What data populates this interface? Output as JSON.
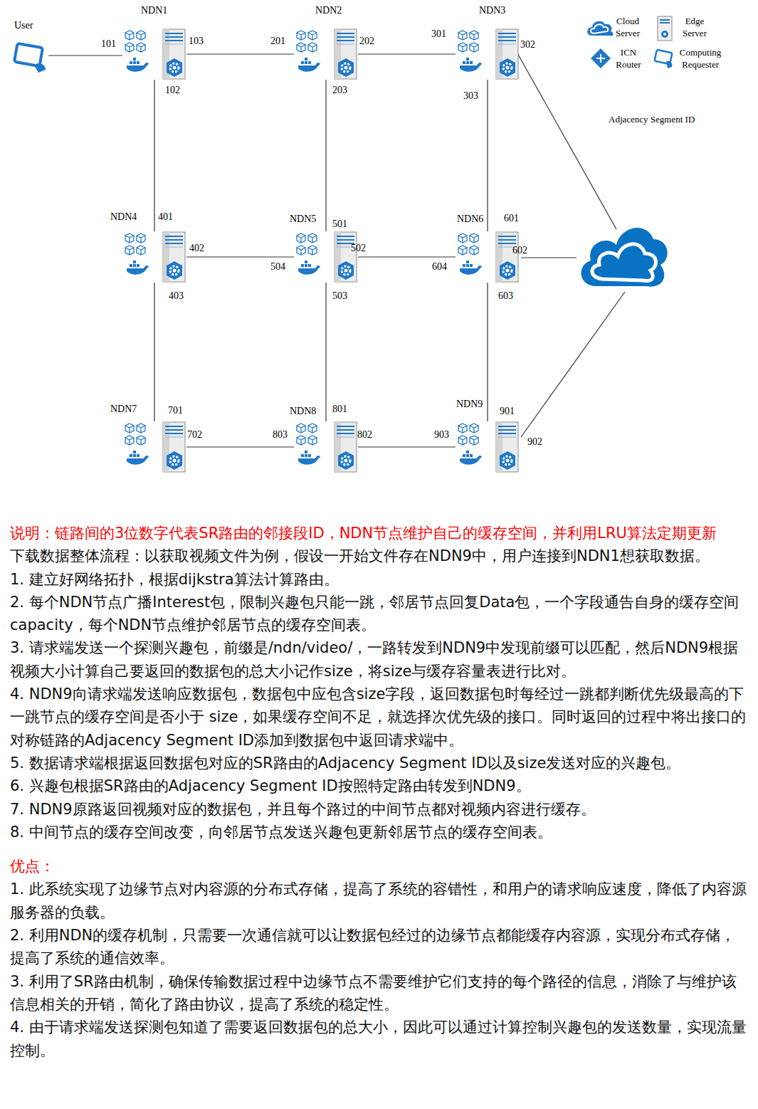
{
  "diagram": {
    "nodes": [
      {
        "text": [
          "User"
        ]
      },
      {
        "text": [
          "NDN1"
        ]
      },
      {
        "text": [
          "NDN2"
        ]
      },
      {
        "text": [
          "NDN3"
        ]
      },
      {
        "text": [
          "NDN4"
        ]
      },
      {
        "text": [
          "NDN5"
        ]
      },
      {
        "text": [
          "NDN6"
        ]
      },
      {
        "text": [
          "NDN7"
        ]
      },
      {
        "text": [
          "NDN8"
        ]
      },
      {
        "text": [
          "NDN9"
        ]
      }
    ],
    "edges": [
      {
        "from": 0,
        "to": 1,
        "arrow": "none"
      },
      {
        "from": 1,
        "to": 2,
        "arrow": "none"
      },
      {
        "from": 2,
        "to": 3,
        "arrow": "none"
      },
      {
        "from": 1,
        "to": 4,
        "arrow": "none"
      },
      {
        "from": 2,
        "to": 5,
        "arrow": "none"
      },
      {
        "from": 3,
        "to": 6,
        "arrow": "none"
      },
      {
        "from": 4,
        "to": 5,
        "arrow": "none"
      },
      {
        "from": 5,
        "to": 6,
        "arrow": "none"
      },
      {
        "from": 4,
        "to": 7,
        "arrow": "none"
      },
      {
        "from": 5,
        "to": 8,
        "arrow": "none"
      },
      {
        "from": 6,
        "to": 9,
        "arrow": "none"
      },
      {
        "from": 7,
        "to": 8,
        "arrow": "none"
      },
      {
        "from": 8,
        "to": 9,
        "arrow": "none"
      }
    ],
    "labels": [
      "101",
      "102",
      "103",
      "201",
      "202",
      "203",
      "301",
      "302",
      "303",
      "401",
      "402",
      "403",
      "501",
      "502",
      "503",
      "504",
      "601",
      "602",
      "603",
      "604",
      "701",
      "702",
      "801",
      "802",
      "803",
      "901",
      "902",
      "903",
      "Adjacency Segment ID",
      "说明：链路间的3位数字代表SR路由的邻接段ID，NDN节点维护自己的缓存空间，并利用LRU算法定期更新",
      "下载数据整体流程：以获取视频文件为例，假设一开始文件存在NDN9中，用户连接到NDN1想获取数据。",
      "1. 建立好网络拓扑，根据dijkstra算法计算路由。",
      "2. 每个NDN节点广播Interest包，限制兴趣包只能一跳，邻居节点回复Data包，一个字段通告自身的缓存空间capacity，每个NDN节点维护邻居节点的缓存空间表。",
      "3. 请求端发送一个探测兴趣包，前缀是/ndn/video/，一路转发到NDN9中发现前缀可以匹配，然后NDN9根据视频大小计算自己要返回的数据包的总大小记作size，将size与缓存容量表进行比对。",
      "4. NDN9向请求端发送响应数据包，数据包中应包含size字段，返回数据包时每经过一跳都判断优先级最高的下一跳节点的缓存空间是否小于 size，如果缓存空间不足，就选择次优先级的接口。同时返回的过程中将出接口的对称链路的Adjacency Segment ID添加到数据包中返回请求端中。",
      "5. 数据请求端根据返回数据包对应的SR路由的Adjacency Segment ID以及size发送对应的兴趣包。",
      "6. 兴趣包根据SR路由的Adjacency Segment ID按照特定路由转发到NDN9。",
      "7. NDN9原路返回视频对应的数据包，并且每个路过的中间节点都对视频内容进行缓存。",
      "8. 中间节点的缓存空间改变，向邻居节点发送兴趣包更新邻居节点的缓存空间表。",
      "优点：",
      "1. 此系统实现了边缘节点对内容源的分布式存储，提高了系统的容错性，和用户的请求响应速度，降低了内容源服务器的负载。",
      "2. 利用NDN的缓存机制，只需要一次通信就可以让数据包经过的边缘节点都能缓存内容源，实现分布式存储，提高了系统的通信效率。",
      "3. 利用了SR路由机制，确保传输数据过程中边缘节点不需要维护它们支持的每个路径的信息，消除了与维护该信息相关的开销，简化了路由协议，提高了系统的稳定性。",
      "4. 由于请求端发送探测包知道了需要返回数据包的总大小，因此可以通过计算控制兴趣包的发送数量，实现流量控制。"
    ],
    "legend": [
      {
        "text": "Cloud Server"
      },
      {
        "text": "Edge Server"
      },
      {
        "text": "ICN Router"
      },
      {
        "text": "Computing Requester"
      }
    ]
  }
}
